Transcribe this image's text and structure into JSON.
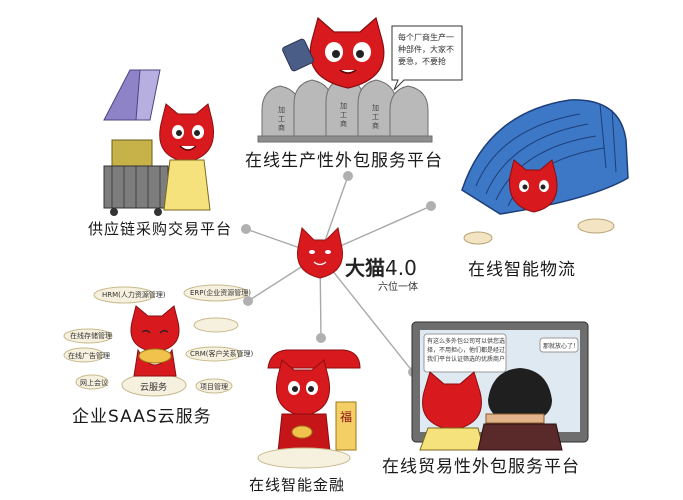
{
  "center": {
    "brand": "大猫",
    "version": "4.0",
    "subtitle": "六位一体"
  },
  "nodes": {
    "production": "在线生产性外包服务平台",
    "supply_chain": "供应链采购交易平台",
    "logistics": "在线智能物流",
    "saas": "企业SAAS云服务",
    "finance": "在线智能金融",
    "trade": "在线贸易性外包服务平台"
  },
  "speech_bubble": "每个厂商生产一种部件，大家不要急，不要抢",
  "processor_label": "加工商",
  "saas_cloud": {
    "center": "云服务",
    "tags": [
      "HRM(人力资源管理)",
      "ERP(企业资源管理)",
      "在线存储管理",
      "在线广告管理",
      "CRM(客户关系管理)",
      "网上会议",
      "项目管理"
    ]
  },
  "trade_screen": {
    "message": "有这么多外包公司可以供您选择，不用担心，他们都是经过我们平台认证筛选的优质商户",
    "reply": "那就放心了！"
  },
  "finance_sign": "福",
  "colors": {
    "cat_red": "#d8191e",
    "cat_dark": "#9a0f12",
    "node_gray": "#b0b0b0",
    "line_gray": "#9c9c9c"
  }
}
